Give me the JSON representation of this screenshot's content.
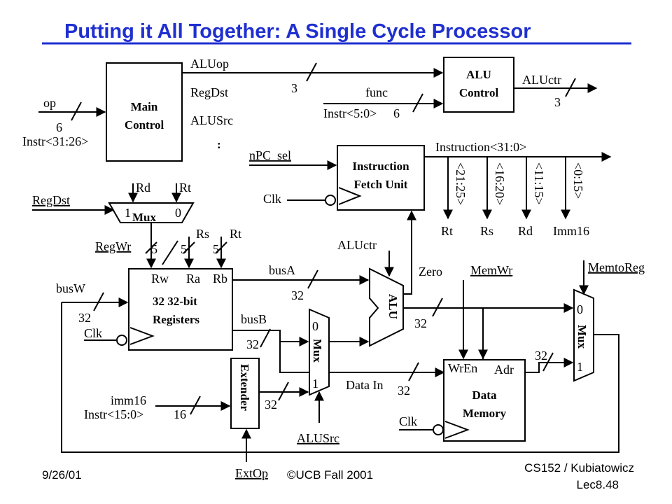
{
  "title": "Putting it All Together: A Single Cycle Processor",
  "footer": {
    "date": "9/26/01",
    "copyright": "©UCB Fall 2001",
    "course": "CS152 / Kubiatowicz",
    "lecture": "Lec8.48"
  },
  "main_control": {
    "title_line1": "Main",
    "title_line2": "Control",
    "input_op": "op",
    "input_width": "6",
    "input_field": "Instr<31:26>",
    "out_aluop": "ALUop",
    "out_regdst": "RegDst",
    "out_alusrc": "ALUSrc",
    "ellipsis": ":",
    "aluop_width": "3"
  },
  "alu_control": {
    "title_line1": "ALU",
    "title_line2": "Control",
    "func": "func",
    "func_field": "Instr<5:0>",
    "func_width": "6",
    "out_label": "ALUctr",
    "out_width": "3"
  },
  "fetch_unit": {
    "title_line1": "Instruction",
    "title_line2": "Fetch Unit",
    "npc_sel": "nPC_sel",
    "clk": "Clk",
    "instruction": "Instruction<31:0>",
    "field_21_25": "<21:25>",
    "field_16_20": "<16:20>",
    "field_11_15": "<11:15>",
    "field_0_15": "<0:15>",
    "rt": "Rt",
    "rs": "Rs",
    "rd": "Rd",
    "imm16": "Imm16"
  },
  "regdst_mux": {
    "rd": "Rd",
    "rt": "Rt",
    "regdst": "RegDst",
    "label": "Mux",
    "in1": "1",
    "in0": "0"
  },
  "register_file": {
    "regwr": "RegWr",
    "w1": "5",
    "w2": "5",
    "w3": "5",
    "rs": "Rs",
    "rt": "Rt",
    "rw": "Rw",
    "ra": "Ra",
    "rb": "Rb",
    "title_line1": "32 32-bit",
    "title_line2": "Registers",
    "busw": "busW",
    "busw_width": "32",
    "clk": "Clk",
    "busa": "busA",
    "busa_width": "32",
    "busb": "busB",
    "busb_width": "32"
  },
  "alusrc_mux": {
    "label": "Mux",
    "in0": "0",
    "in1": "1",
    "alusrc": "ALUSrc"
  },
  "extender": {
    "label": "Extender",
    "imm16": "imm16",
    "field": "Instr<15:0>",
    "in_width": "16",
    "out_width": "32",
    "extop": "ExtOp"
  },
  "alu": {
    "label": "ALU",
    "aluctr": "ALUctr",
    "zero": "Zero",
    "out_width": "32"
  },
  "data_memory": {
    "memwr": "MemWr",
    "wren": "WrEn",
    "adr": "Adr",
    "title_line1": "Data",
    "title_line2": "Memory",
    "data_in": "Data In",
    "data_in_width": "32",
    "clk": "Clk"
  },
  "memtoreg_mux": {
    "memtoreg": "MemtoReg",
    "label": "Mux",
    "in0": "0",
    "in1": "1",
    "in1_width": "32"
  }
}
